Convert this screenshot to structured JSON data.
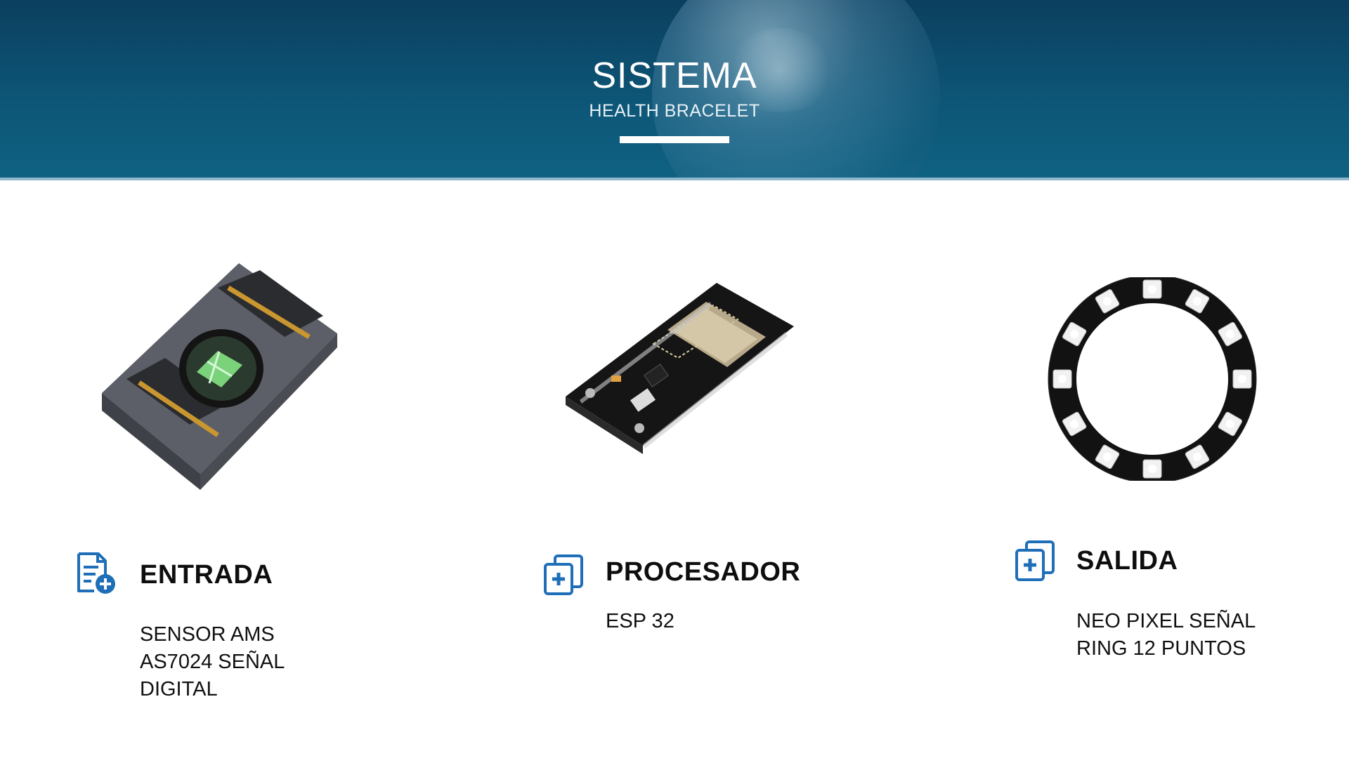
{
  "header": {
    "title": "SISTEMA",
    "subtitle": "HEALTH BRACELET"
  },
  "colors": {
    "banner": "#0d5576",
    "accent_icon": "#1f6fb8",
    "title_text": "#0e0e0e"
  },
  "columns": [
    {
      "icon": "document-add-icon",
      "title": "ENTRADA",
      "lines": [
        "SENSOR AMS",
        "AS7024 SEÑAL",
        "DIGITAL"
      ]
    },
    {
      "icon": "medical-cards-icon",
      "title": "PROCESADOR",
      "lines": [
        "ESP 32"
      ]
    },
    {
      "icon": "medical-cards-icon",
      "title": "SALIDA",
      "lines": [
        "NEO PIXEL  SEÑAL",
        "RING 12 PUNTOS"
      ]
    }
  ]
}
